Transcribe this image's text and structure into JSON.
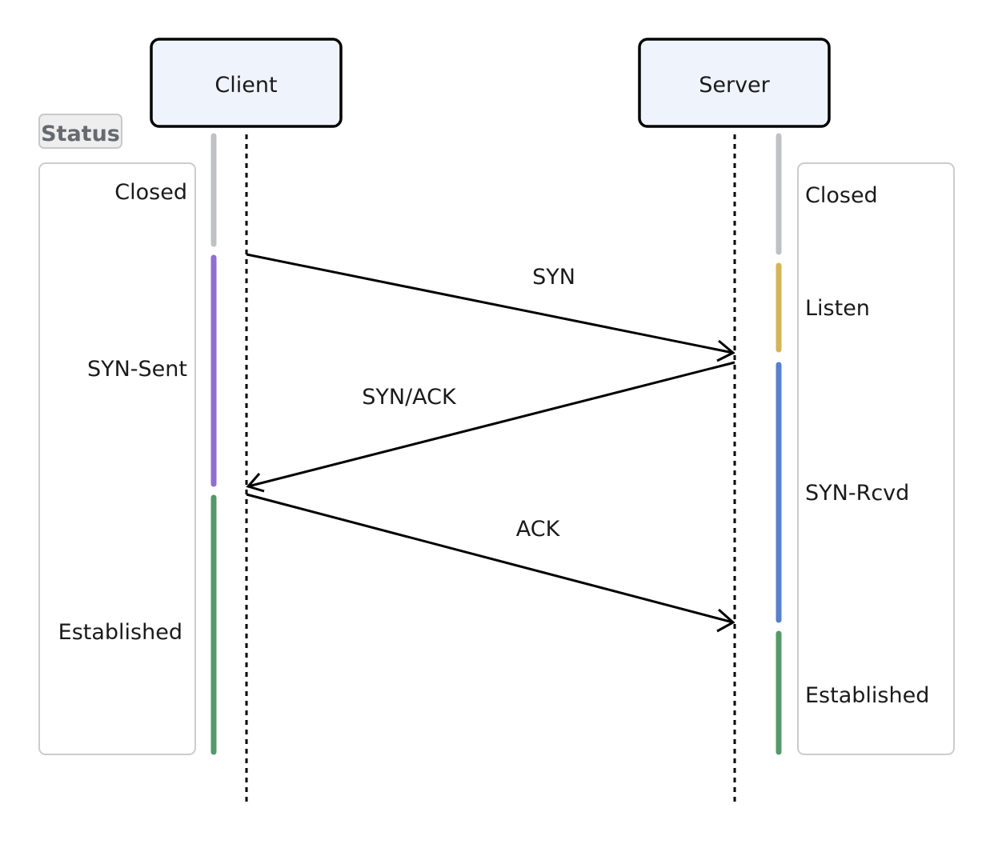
{
  "actors": {
    "client": "Client",
    "server": "Server"
  },
  "status_label": "Status",
  "client_states": [
    {
      "label": "Closed",
      "color": "#bfc1c4"
    },
    {
      "label": "SYN-Sent",
      "color": "#8e6fd1"
    },
    {
      "label": "Established",
      "color": "#55986a"
    }
  ],
  "server_states": [
    {
      "label": "Closed",
      "color": "#bfc1c4"
    },
    {
      "label": "Listen",
      "color": "#d3b658"
    },
    {
      "label": "SYN-Rcvd",
      "color": "#5a7fcb"
    },
    {
      "label": "Established",
      "color": "#55986a"
    }
  ],
  "messages": [
    {
      "label": "SYN",
      "from": "client",
      "to": "server"
    },
    {
      "label": "SYN/ACK",
      "from": "server",
      "to": "client"
    },
    {
      "label": "ACK",
      "from": "client",
      "to": "server"
    }
  ]
}
